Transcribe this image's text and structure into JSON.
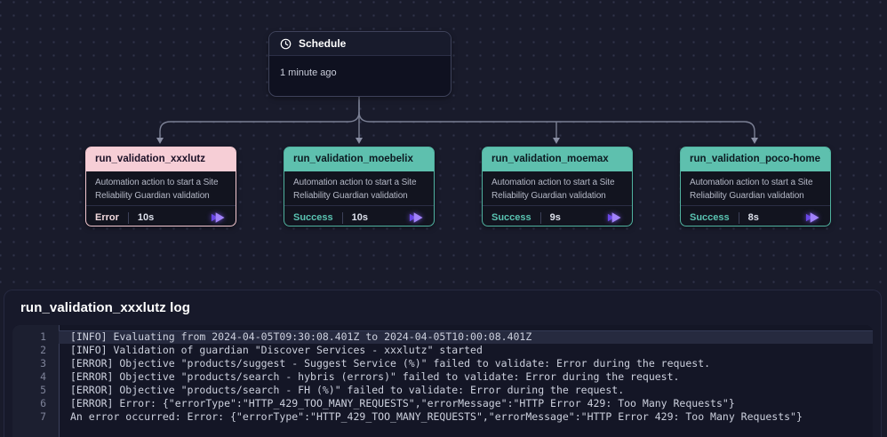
{
  "canvas": {
    "schedule": {
      "icon": "clock-icon",
      "title": "Schedule",
      "time": "1 minute ago"
    },
    "nodes": [
      {
        "title": "run_validation_xxxlutz",
        "description_line1": "Automation action to start a Site",
        "description_line2": "Reliability Guardian validation",
        "status": "Error",
        "duration": "10s",
        "action_icon": "sr-guardian-fast-forward-icon"
      },
      {
        "title": "run_validation_moebelix",
        "description_line1": "Automation action to start a Site",
        "description_line2": "Reliability Guardian validation",
        "status": "Success",
        "duration": "10s",
        "action_icon": "sr-guardian-fast-forward-icon"
      },
      {
        "title": "run_validation_moemax",
        "description_line1": "Automation action to start a Site",
        "description_line2": "Reliability Guardian validation",
        "status": "Success",
        "duration": "9s",
        "action_icon": "sr-guardian-fast-forward-icon"
      },
      {
        "title": "run_validation_poco-home",
        "description_line1": "Automation action to start a Site",
        "description_line2": "Reliability Guardian validation",
        "status": "Success",
        "duration": "8s",
        "action_icon": "sr-guardian-fast-forward-icon"
      }
    ]
  },
  "log_panel": {
    "title": "run_validation_xxxlutz log",
    "lines": [
      {
        "num": "1",
        "text": "[INFO] Evaluating from 2024-04-05T09:30:08.401Z to 2024-04-05T10:00:08.401Z"
      },
      {
        "num": "2",
        "text": "[INFO] Validation of guardian \"Discover Services - xxxlutz\" started"
      },
      {
        "num": "3",
        "text": "[ERROR] Objective \"products/suggest - Suggest Service (%)\" failed to validate: Error during the request."
      },
      {
        "num": "4",
        "text": "[ERROR] Objective \"products/search - hybris (errors)\" failed to validate: Error during the request."
      },
      {
        "num": "5",
        "text": "[ERROR] Objective \"products/search - FH (%)\" failed to validate: Error during the request."
      },
      {
        "num": "6",
        "text": "[ERROR] Error: {\"errorType\":\"HTTP_429_TOO_MANY_REQUESTS\",\"errorMessage\":\"HTTP Error 429: Too Many Requests\"}"
      },
      {
        "num": "7",
        "text": "An error occurred: Error: {\"errorType\":\"HTTP_429_TOO_MANY_REQUESTS\",\"errorMessage\":\"HTTP Error 429: Too Many Requests\"}"
      }
    ]
  },
  "colors": {
    "canvas_bg": "#191b2b",
    "error_header": "#f6ced6",
    "success_header": "#5ec0ae",
    "error_status": "#f2dade",
    "success_status": "#5ac4b2",
    "action_icon_purple": "#8b63f6",
    "connector": "#7b8095"
  }
}
